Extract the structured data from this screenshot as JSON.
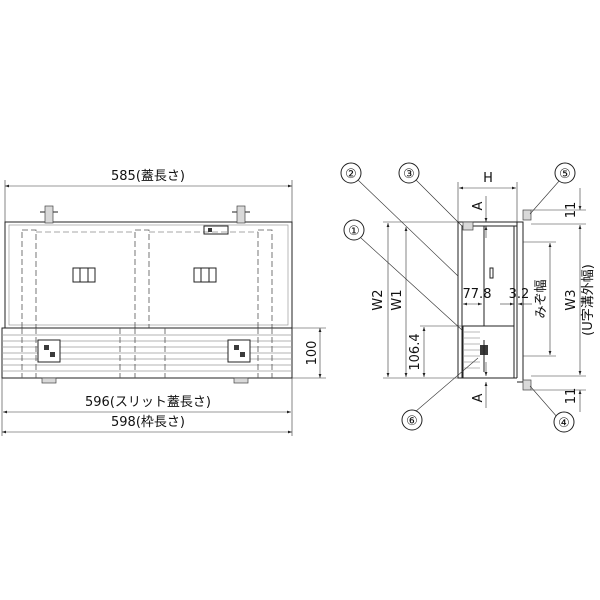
{
  "front_view": {
    "lid_length": "585(蓋長さ)",
    "slit_lid_length": "596(スリット蓋長さ)",
    "frame_length": "598(枠長さ)",
    "height_100": "100"
  },
  "side_view": {
    "H": "H",
    "W1": "W1",
    "W2": "W2",
    "W3": "W3",
    "dim_77_8": "77.8",
    "dim_3_2": "3.2",
    "dim_106_4": "106.4",
    "A_top": "A",
    "A_bottom": "A",
    "dim_11_top": "11",
    "dim_11_bottom": "11",
    "gutter_width": "みぞ幅",
    "u_outer_width": "(U字溝外幅)"
  },
  "callouts": [
    "①",
    "②",
    "③",
    "④",
    "⑤",
    "⑥"
  ]
}
